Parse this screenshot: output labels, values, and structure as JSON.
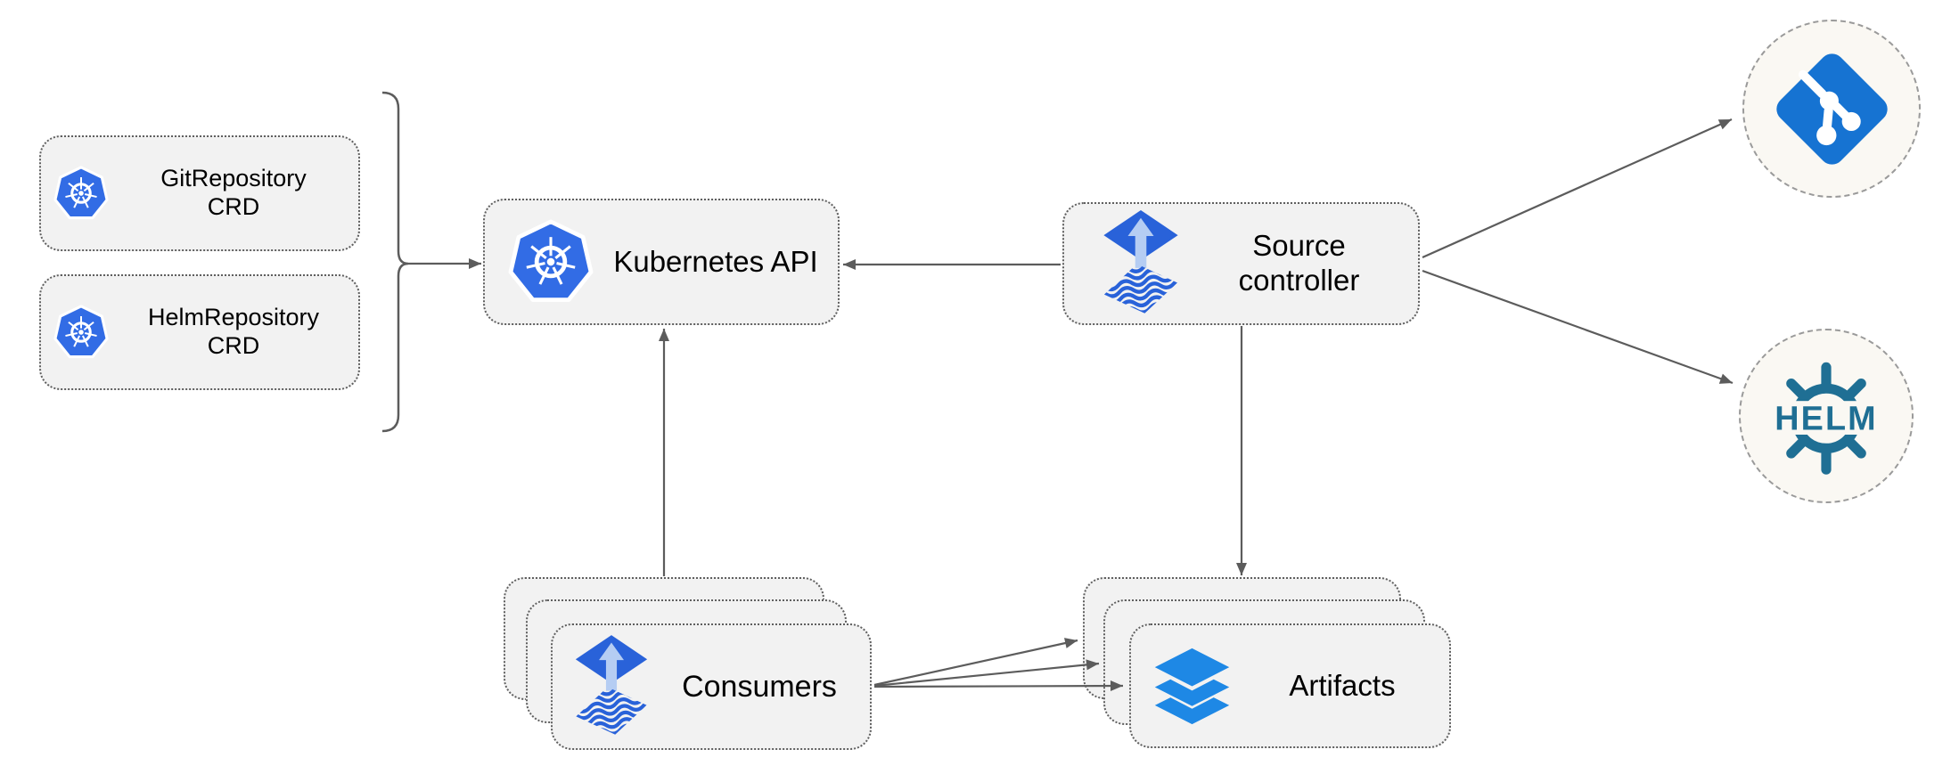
{
  "nodes": {
    "git_repository_crd": {
      "label": "GitRepository\nCRD",
      "icon": "kubernetes-icon"
    },
    "helm_repository_crd": {
      "label": "HelmRepository\nCRD",
      "icon": "kubernetes-icon"
    },
    "kubernetes_api": {
      "label": "Kubernetes API",
      "icon": "kubernetes-icon"
    },
    "source_controller": {
      "label": "Source\ncontroller",
      "icon": "flux-source-icon"
    },
    "consumers": {
      "label": "Consumers",
      "icon": "flux-source-icon",
      "stacked": 3
    },
    "artifacts": {
      "label": "Artifacts",
      "icon": "layers-stack-icon",
      "stacked": 3
    },
    "git_remote": {
      "label": "",
      "icon": "git-branch-icon"
    },
    "helm_remote": {
      "label": "HELM",
      "icon": "helm-wheel-icon"
    }
  },
  "edges": [
    {
      "from": "crd_group_bracket",
      "to": "kubernetes_api"
    },
    {
      "from": "source_controller",
      "to": "kubernetes_api"
    },
    {
      "from": "consumers",
      "to": "kubernetes_api"
    },
    {
      "from": "source_controller",
      "to": "artifacts"
    },
    {
      "from": "source_controller",
      "to": "git_remote"
    },
    {
      "from": "source_controller",
      "to": "helm_remote"
    },
    {
      "from": "consumers",
      "to": "artifacts"
    },
    {
      "from": "consumers",
      "to": "artifacts"
    },
    {
      "from": "consumers",
      "to": "artifacts"
    }
  ],
  "bracket": {
    "groups": [
      "git_repository_crd",
      "helm_repository_crd"
    ],
    "to": "kubernetes_api"
  },
  "colors": {
    "kubernetes_blue": "#326CE5",
    "flux_blue": "#2962D9",
    "flux_arrow_light": "#B5CDF3",
    "git_blue": "#1673D2",
    "helm_teal": "#1F6F94",
    "layers_blue": "#1E88E5",
    "node_fill": "#F2F2F2",
    "endpoint_fill": "#FAF8F3",
    "line_gray": "#5C5C5C",
    "border_dotted": "#5F5F5F",
    "border_dashed": "#9A9A9A",
    "text_black": "#000000"
  }
}
